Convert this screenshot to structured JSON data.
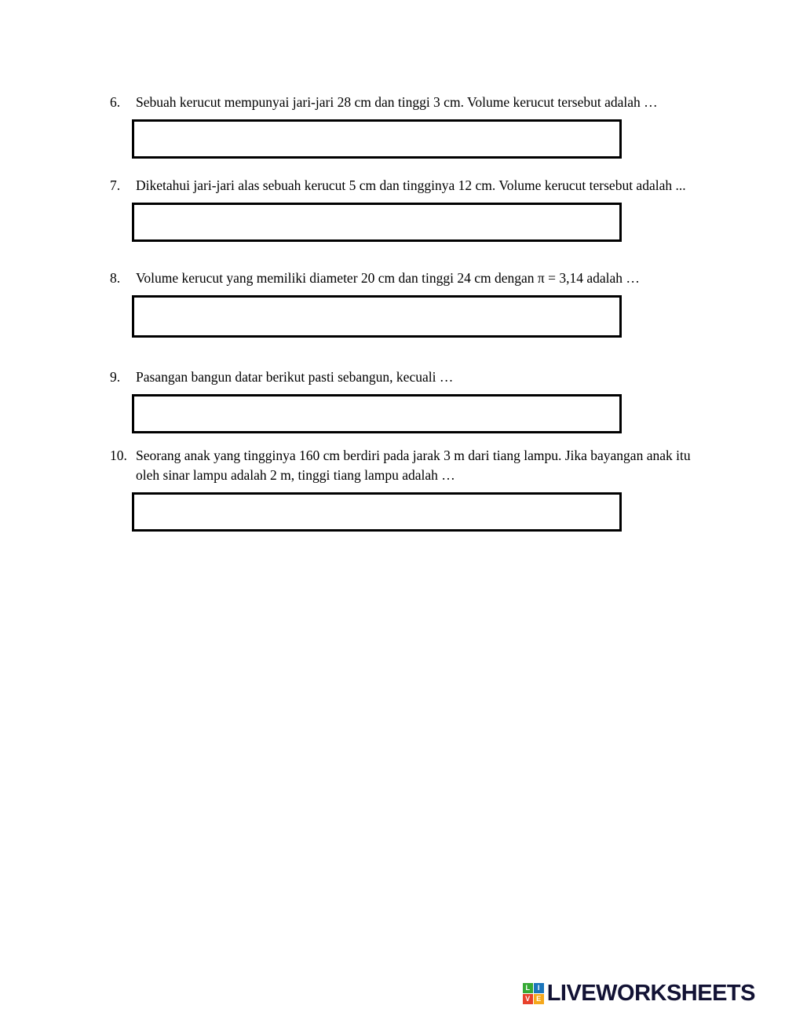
{
  "page": {
    "background": "#ffffff",
    "text_color": "#000000",
    "box_border_color": "#000000"
  },
  "questions": [
    {
      "number": "6.",
      "text": "Sebuah kerucut mempunyai jari-jari 28 cm dan tinggi 3 cm. Volume kerucut tersebut adalah …"
    },
    {
      "number": "7.",
      "text": "Diketahui jari-jari alas sebuah kerucut 5 cm dan tingginya 12 cm. Volume kerucut tersebut adalah ..."
    },
    {
      "number": "8.",
      "text": "Volume kerucut yang memiliki diameter 20 cm dan tinggi 24 cm dengan π = 3,14 adalah …"
    },
    {
      "number": "9.",
      "text": "Pasangan bangun datar berikut pasti sebangun, kecuali …"
    },
    {
      "number": "10.",
      "text": "Seorang anak yang tingginya 160 cm berdiri pada jarak 3 m dari tiang lampu. Jika bayangan anak itu oleh sinar lampu adalah 2 m, tinggi tiang lampu adalah …"
    }
  ],
  "answers": [
    {
      "value": ""
    },
    {
      "value": ""
    },
    {
      "value": ""
    },
    {
      "value": ""
    },
    {
      "value": ""
    }
  ],
  "footer": {
    "brand": "LIVEWORKSHEETS",
    "brand_color": "#121234",
    "logo_tiles": [
      {
        "letter": "L",
        "color": "#36a935"
      },
      {
        "letter": "I",
        "color": "#1b75bb"
      },
      {
        "letter": "V",
        "color": "#e8412c"
      },
      {
        "letter": "E",
        "color": "#f5a81c"
      }
    ]
  }
}
